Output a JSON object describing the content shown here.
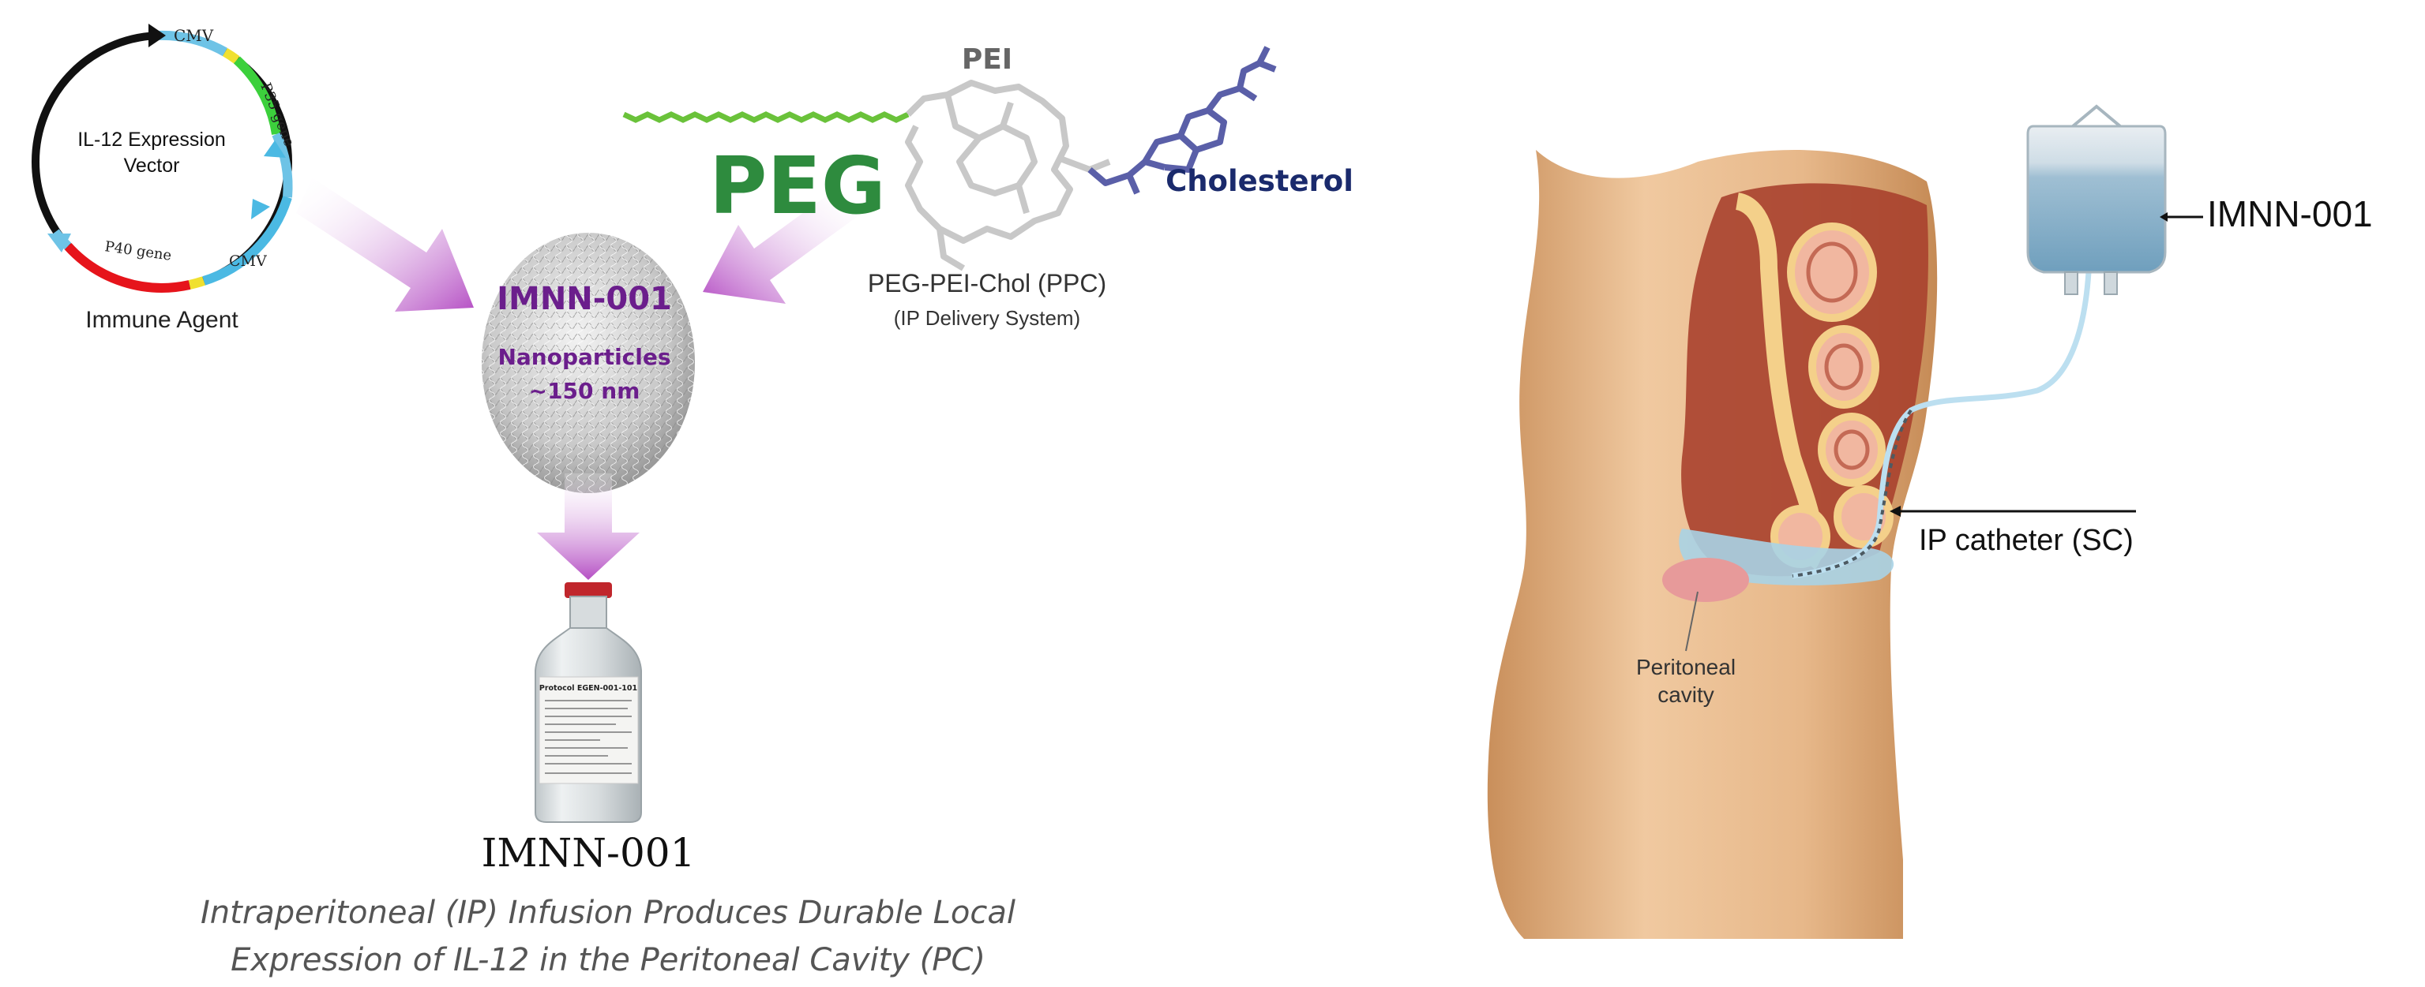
{
  "plasmid": {
    "center_label": "IL-12 Expression Vector",
    "center_line1": "IL-12 Expression",
    "center_line2": "Vector",
    "cmv_top": "CMV",
    "p35": "P35 gene",
    "cmv_bottom": "CMV",
    "p40": "P40 gene",
    "caption": "Immune Agent"
  },
  "delivery": {
    "pei": "PEI",
    "peg": "PEG",
    "cholesterol": "Cholesterol",
    "caption": "PEG-PEI-Chol (PPC)",
    "subcaption": "(IP Delivery System)"
  },
  "nanoparticle": {
    "name": "IMNN-001",
    "line2": "Nanoparticles",
    "line3": "~150 nm"
  },
  "vial": {
    "label_title": "Protocol EGEN-001-101"
  },
  "product": {
    "name": "IMNN-001",
    "tagline_1": "Intraperitoneal (IP) Infusion Produces Durable Local",
    "tagline_2": "Expression of IL-12 in the Peritoneal Cavity (PC)"
  },
  "anatomy": {
    "bag_label": "IMNN-001",
    "catheter_label": "IP catheter (SC)",
    "cavity_line1": "Peritoneal",
    "cavity_line2": "cavity"
  },
  "colors": {
    "peg_green": "#2e8b3e",
    "cholesterol_navy": "#1a2a6c",
    "nano_purple": "#6b1e8c",
    "arrow_pink": "#c77fd0",
    "pei_gray": "#666666"
  }
}
